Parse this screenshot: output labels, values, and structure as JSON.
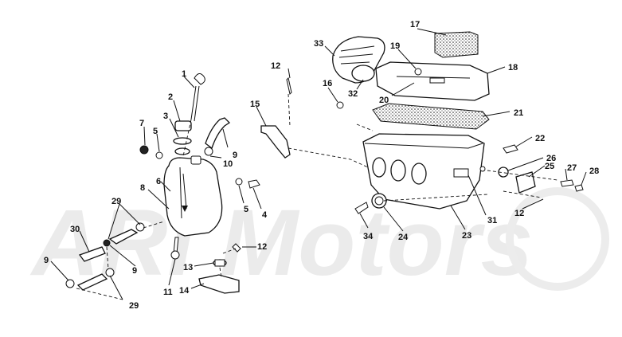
{
  "diagram": {
    "watermark": "ARI Motors",
    "colors": {
      "ink": "#111111",
      "watermark": "#ebebeb",
      "background": "#ffffff"
    },
    "callouts": [
      {
        "id": "c1",
        "label": "1"
      },
      {
        "id": "c2",
        "label": "2"
      },
      {
        "id": "c3",
        "label": "3"
      },
      {
        "id": "c4",
        "label": "4"
      },
      {
        "id": "c5a",
        "label": "5"
      },
      {
        "id": "c5b",
        "label": "5"
      },
      {
        "id": "c6",
        "label": "6"
      },
      {
        "id": "c7",
        "label": "7"
      },
      {
        "id": "c8",
        "label": "8"
      },
      {
        "id": "c9a",
        "label": "9"
      },
      {
        "id": "c9b",
        "label": "9"
      },
      {
        "id": "c9c",
        "label": "9"
      },
      {
        "id": "c10",
        "label": "10"
      },
      {
        "id": "c11",
        "label": "11"
      },
      {
        "id": "c12a",
        "label": "12"
      },
      {
        "id": "c12b",
        "label": "12"
      },
      {
        "id": "c12c",
        "label": "12"
      },
      {
        "id": "c13",
        "label": "13"
      },
      {
        "id": "c14",
        "label": "14"
      },
      {
        "id": "c15",
        "label": "15"
      },
      {
        "id": "c16",
        "label": "16"
      },
      {
        "id": "c17",
        "label": "17"
      },
      {
        "id": "c18",
        "label": "18"
      },
      {
        "id": "c19",
        "label": "19"
      },
      {
        "id": "c20",
        "label": "20"
      },
      {
        "id": "c21",
        "label": "21"
      },
      {
        "id": "c22",
        "label": "22"
      },
      {
        "id": "c23",
        "label": "23"
      },
      {
        "id": "c24",
        "label": "24"
      },
      {
        "id": "c25",
        "label": "25"
      },
      {
        "id": "c26",
        "label": "26"
      },
      {
        "id": "c27",
        "label": "27"
      },
      {
        "id": "c28",
        "label": "28"
      },
      {
        "id": "c29a",
        "label": "29"
      },
      {
        "id": "c29b",
        "label": "29"
      },
      {
        "id": "c30",
        "label": "30"
      },
      {
        "id": "c31",
        "label": "31"
      },
      {
        "id": "c32",
        "label": "32"
      },
      {
        "id": "c33",
        "label": "33"
      },
      {
        "id": "c34",
        "label": "34"
      }
    ]
  }
}
